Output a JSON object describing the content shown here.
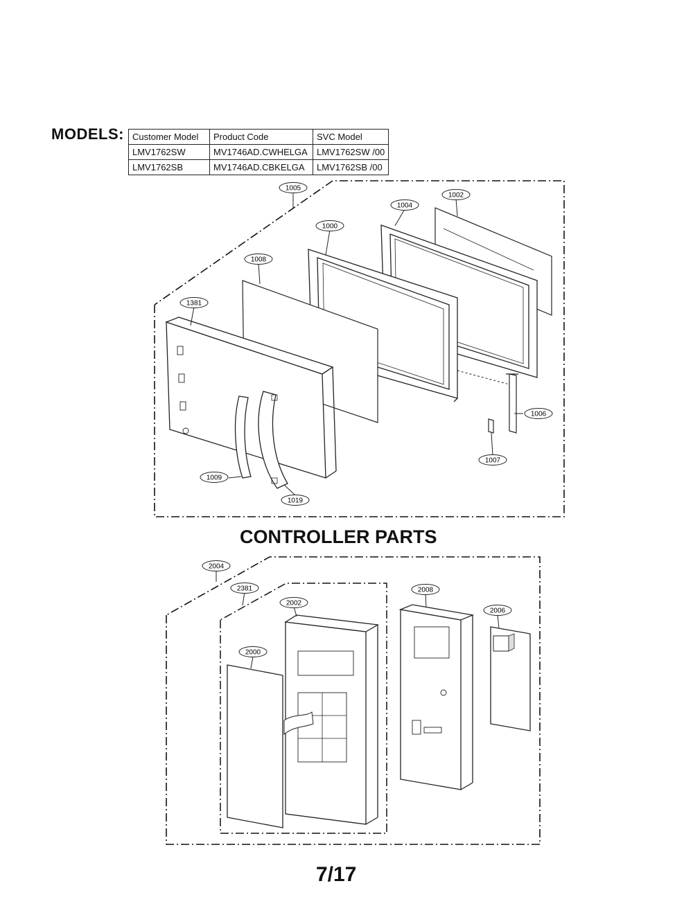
{
  "models_label": "MODELS:",
  "models_table": {
    "headers": [
      "Customer Model",
      "Product Code",
      "SVC Model"
    ],
    "rows": [
      [
        "LMV1762SW",
        "MV1746AD.CWHELGA",
        "LMV1762SW /00"
      ],
      [
        "LMV1762SB",
        "MV1746AD.CBKELGA",
        "LMV1762SB /00"
      ]
    ]
  },
  "door_parts_callouts": [
    "1005",
    "1004",
    "1002",
    "1000",
    "1008",
    "1381",
    "1006",
    "1007",
    "1009",
    "1019"
  ],
  "section_title": "CONTROLLER PARTS",
  "controller_parts_callouts": [
    "2004",
    "2381",
    "2002",
    "2008",
    "2006",
    "2000"
  ],
  "page_number": "7/17"
}
